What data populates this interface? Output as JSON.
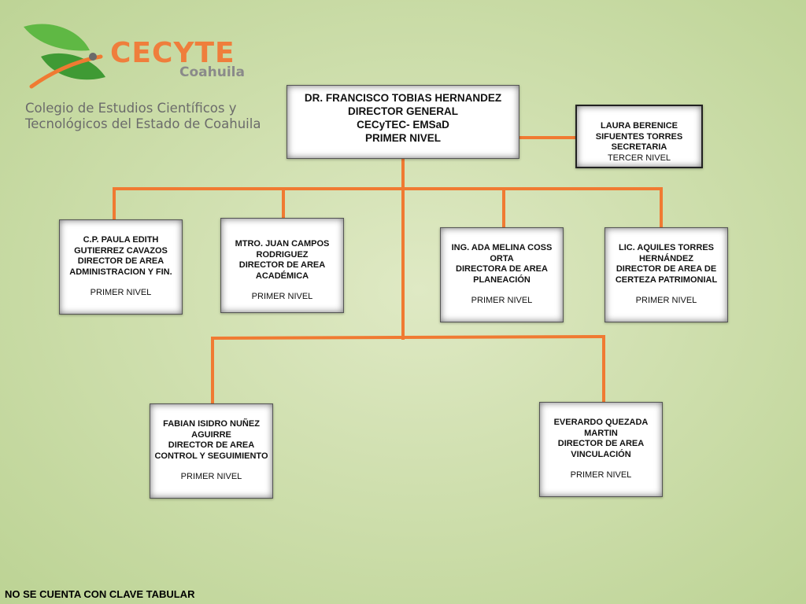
{
  "logo": {
    "name": "CECYTE",
    "state": "Coahuila",
    "full_name_line1": "Colegio de Estudios Científicos y",
    "full_name_line2": "Tecnológicos del Estado de Coahuila"
  },
  "nodes": {
    "director_general": {
      "name": "DR. FRANCISCO TOBIAS HERNANDEZ",
      "title": "DIRECTOR GENERAL",
      "unit": "CECyTEC- EMSaD",
      "level": "PRIMER NIVEL"
    },
    "secretaria": {
      "name": "LAURA BERENICE SIFUENTES TORRES",
      "title": "SECRETARIA",
      "level": "TERCER NIVEL"
    },
    "administracion": {
      "name": "C.P. PAULA EDITH GUTIERREZ CAVAZOS",
      "title": "DIRECTOR DE AREA ADMINISTRACION Y FIN.",
      "level": "PRIMER NIVEL"
    },
    "academica": {
      "name": "MTRO. JUAN CAMPOS RODRIGUEZ",
      "title": "DIRECTOR DE AREA ACADÉMICA",
      "level": "PRIMER NIVEL"
    },
    "planeacion": {
      "name": "ING. ADA MELINA COSS ORTA",
      "title": "DIRECTORA DE AREA PLANEACIÓN",
      "level": "PRIMER NIVEL"
    },
    "certeza": {
      "name": "LIC. AQUILES TORRES HERNÁNDEZ",
      "title": "DIRECTOR DE AREA DE CERTEZA PATRIMONIAL",
      "level": "PRIMER NIVEL"
    },
    "control": {
      "name": "FABIAN ISIDRO NUÑEZ AGUIRRE",
      "title": "DIRECTOR DE AREA CONTROL Y SEGUIMIENTO",
      "level": "PRIMER NIVEL"
    },
    "vinculacion": {
      "name": "EVERARDO QUEZADA MARTIN",
      "title": "DIRECTOR DE AREA VINCULACIÓN",
      "level": "PRIMER NIVEL"
    }
  },
  "footer": "NO SE CUENTA CON CLAVE TABULAR",
  "colors": {
    "connector": "#f07a32",
    "brand_orange": "#ef7e3c",
    "brand_green": "#4fa63c"
  }
}
